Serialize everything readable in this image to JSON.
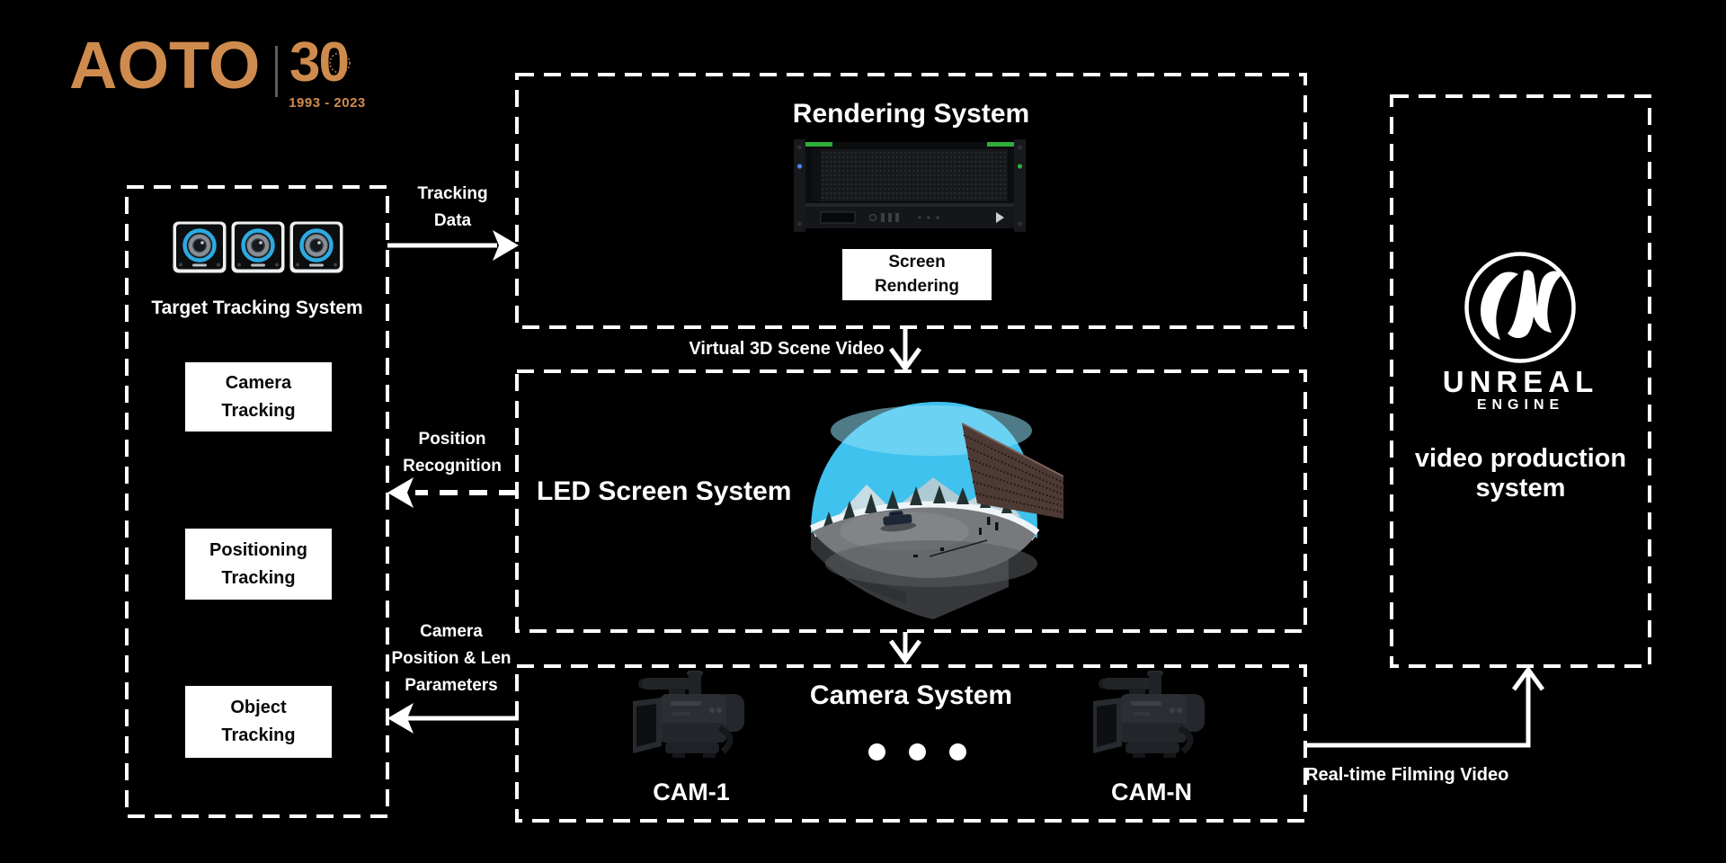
{
  "colors": {
    "background": "#000000",
    "accent_orange": "#cf8b4d",
    "sensor_ring_blue": "#2da9e1",
    "server_led_green": "#2fae3a"
  },
  "logo": {
    "brand": "AOTO",
    "anniversary_number": "30",
    "anniversary_years": "1993 - 2023"
  },
  "target_tracking": {
    "title": "Target Tracking System",
    "boxes": [
      {
        "line1": "Camera",
        "line2": "Tracking"
      },
      {
        "line1": "Positioning",
        "line2": "Tracking"
      },
      {
        "line1": "Object",
        "line2": "Tracking"
      }
    ]
  },
  "rendering_system": {
    "title": "Rendering System",
    "screen_rendering": {
      "line1": "Screen",
      "line2": "Rendering"
    }
  },
  "led_screen_system": {
    "title": "LED Screen System"
  },
  "camera_system": {
    "title": "Camera System",
    "cam_left_label": "CAM-1",
    "cam_right_label": "CAM-N"
  },
  "video_production": {
    "logo_word": "UNREAL",
    "logo_subword": "ENGINE",
    "caption_line1": "video production",
    "caption_line2": "system"
  },
  "flow_labels": {
    "tracking_data_line1": "Tracking",
    "tracking_data_line2": "Data",
    "virtual_scene": "Virtual 3D Scene Video",
    "position_recognition_line1": "Position",
    "position_recognition_line2": "Recognition",
    "camera_params_line1": "Camera",
    "camera_params_line2": "Position & Len",
    "camera_params_line3": "Parameters",
    "realtime_filming": "Real-time Filming Video"
  }
}
